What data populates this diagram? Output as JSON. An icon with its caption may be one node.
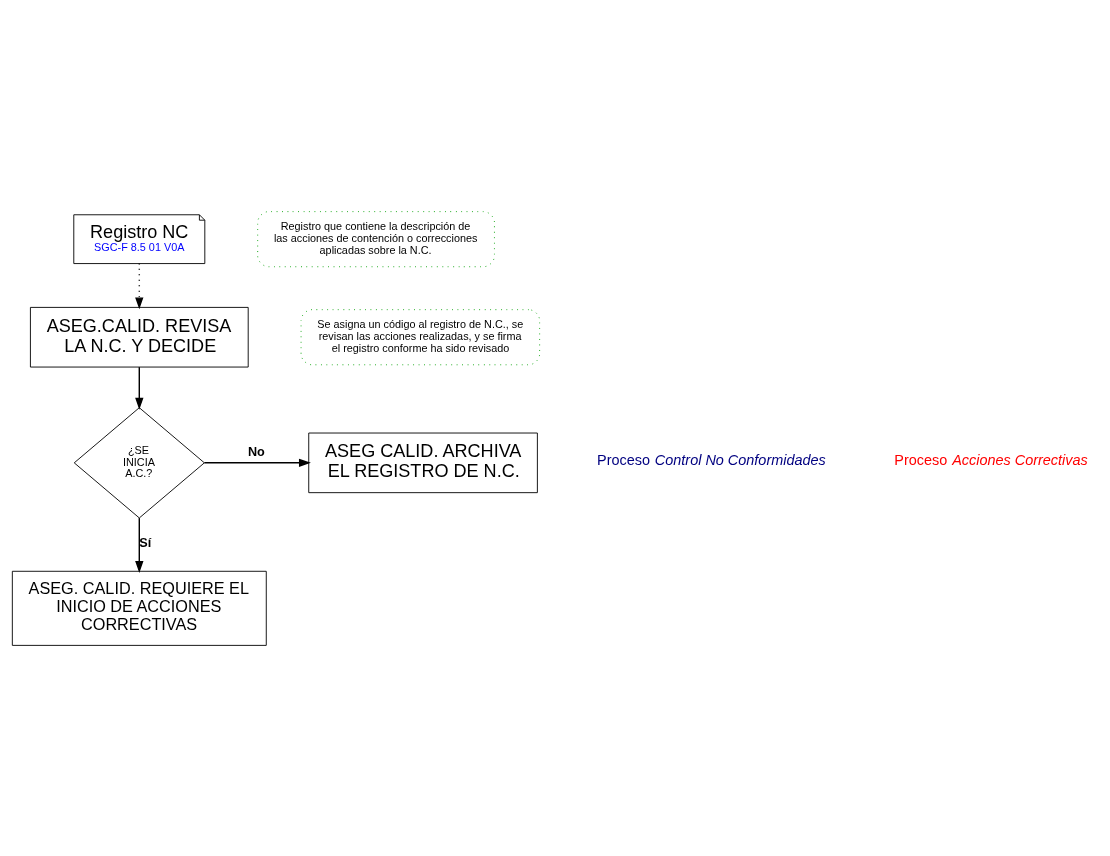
{
  "diagram": {
    "nodes": [
      {
        "text": [
          "Registro NC",
          "SGC-F 8.5 01 V0A"
        ]
      },
      {
        "text": [
          "Registro que contiene la descripción de las acciones de contención o correcciones aplicadas sobre la N.C."
        ]
      },
      {
        "text": [
          "ASEG.CALID. REVISA LA N.C. Y DECIDE"
        ]
      },
      {
        "text": [
          "Se asigna un código al registro de N.C., se revisan las acciones realizadas, y se firma el registro conforme ha sido revisado"
        ]
      },
      {
        "text": [
          "¿SE INICIA A.C.?"
        ]
      },
      {
        "text": [
          "ASEG CALID. ARCHIVA EL REGISTRO DE N.C."
        ]
      },
      {
        "text": [
          "ASEG. CALID. REQUIERE EL INICIO DE ACCIONES CORRECTIVAS"
        ]
      }
    ],
    "edges": [
      {
        "from": 0,
        "to": 2,
        "arrow": "to",
        "style": "dashed"
      },
      {
        "from": 2,
        "to": 4,
        "arrow": "to"
      },
      {
        "from": 4,
        "to": 5,
        "arrow": "to",
        "label": "No"
      },
      {
        "from": 4,
        "to": 6,
        "arrow": "to",
        "label": "Sí"
      }
    ],
    "labels": [
      "Proceso *Control No Conformidades*",
      "Proceso *Acciones Correctivas*"
    ]
  }
}
